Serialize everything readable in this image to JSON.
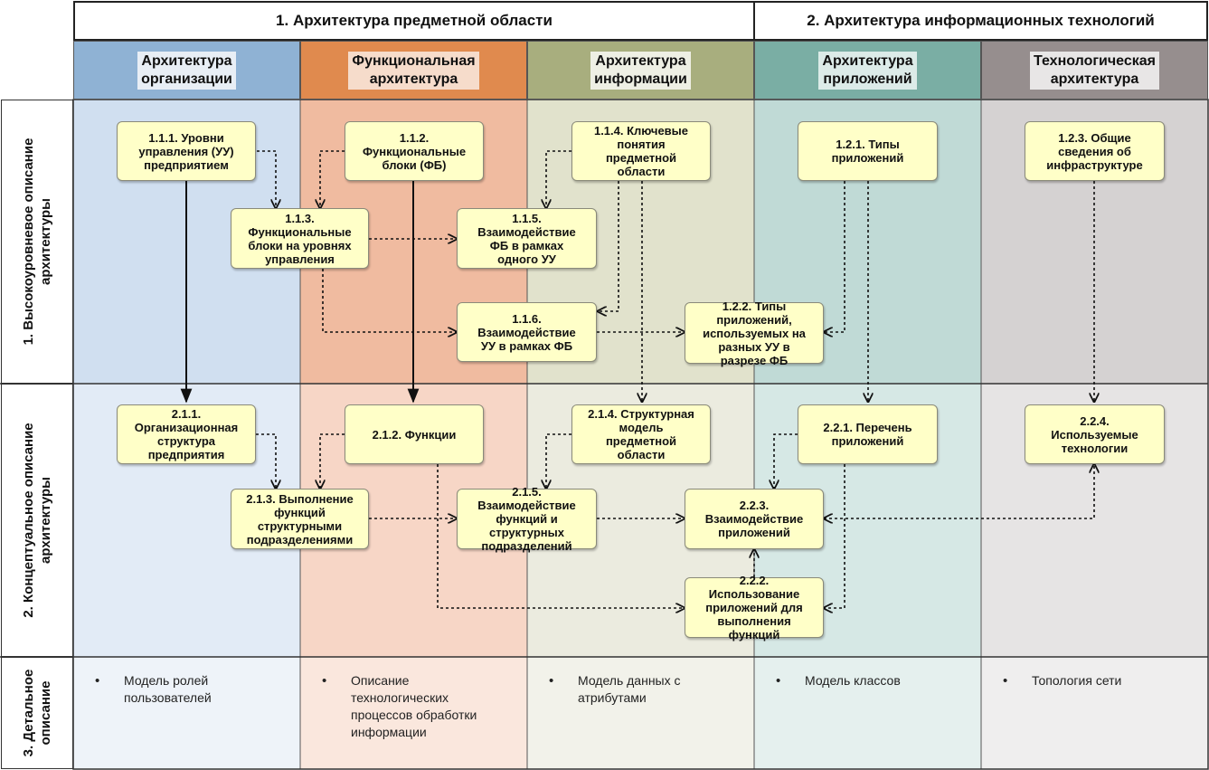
{
  "sections": [
    {
      "title": "1. Архитектура предметной области"
    },
    {
      "title": "2. Архитектура информационных технологий"
    }
  ],
  "columns": [
    {
      "title": "Архитектура\nорганизации",
      "color": "#8fb2d4"
    },
    {
      "title": "Функциональная\nархитектура",
      "color": "#e08a4e"
    },
    {
      "title": "Архитектура\nинформации",
      "color": "#a8ae7e"
    },
    {
      "title": "Архитектура\nприложений",
      "color": "#7aaea4"
    },
    {
      "title": "Технологическая\nархитектура",
      "color": "#968e8e"
    }
  ],
  "rows": [
    {
      "title": "1. Высокоуровневое описание\nархитектуры"
    },
    {
      "title": "2. Концептуальное описание\nархитектуры"
    },
    {
      "title": "3. Детальное\nописание"
    }
  ],
  "nodes": {
    "n111": "1.1.1. Уровни\nуправления (УУ)\nпредприятием",
    "n112": "1.1.2.\nФункциональные\nблоки (ФБ)",
    "n114": "1.1.4. Ключевые\nпонятия\nпредметной\nобласти",
    "n121": "1.2.1. Типы\nприложений",
    "n123": "1.2.3. Общие\nсведения об\nинфраструктуре",
    "n113": "1.1.3.\nФункциональные\nблоки на уровнях\nуправления",
    "n115": "1.1.5.\nВзаимодействие\nФБ в рамках\nодного УУ",
    "n116": "1.1.6.\nВзаимодействие\nУУ в рамках ФБ",
    "n122": "1.2.2. Типы\nприложений,\nиспользуемых на\nразных УУ в\nразрезе ФБ",
    "n211": "2.1.1.\nОрганизационная\nструктура\nпредприятия",
    "n212": "2.1.2. Функции",
    "n214": "2.1.4. Структурная\nмодель\nпредметной\nобласти",
    "n221": "2.2.1. Перечень\nприложений",
    "n224": "2.2.4.\nИспользуемые\nтехнологии",
    "n213": "2.1.3. Выполнение\nфункций\nструктурными\nподразделениями",
    "n215": "2.1.5.\nВзаимодействие\nфункций и\nструктурных\nподразделений",
    "n223": "2.2.3.\nВзаимодействие\nприложений",
    "n222": "2.2.2.\nИспользование\nприложений для\nвыполнения\nфункций"
  },
  "details": [
    "Модель ролей\nпользователей",
    "Описание\nтехнологических\nпроцессов обработки\nинформации",
    "Модель данных с\nатрибутами",
    "Модель классов",
    "Топология сети"
  ]
}
